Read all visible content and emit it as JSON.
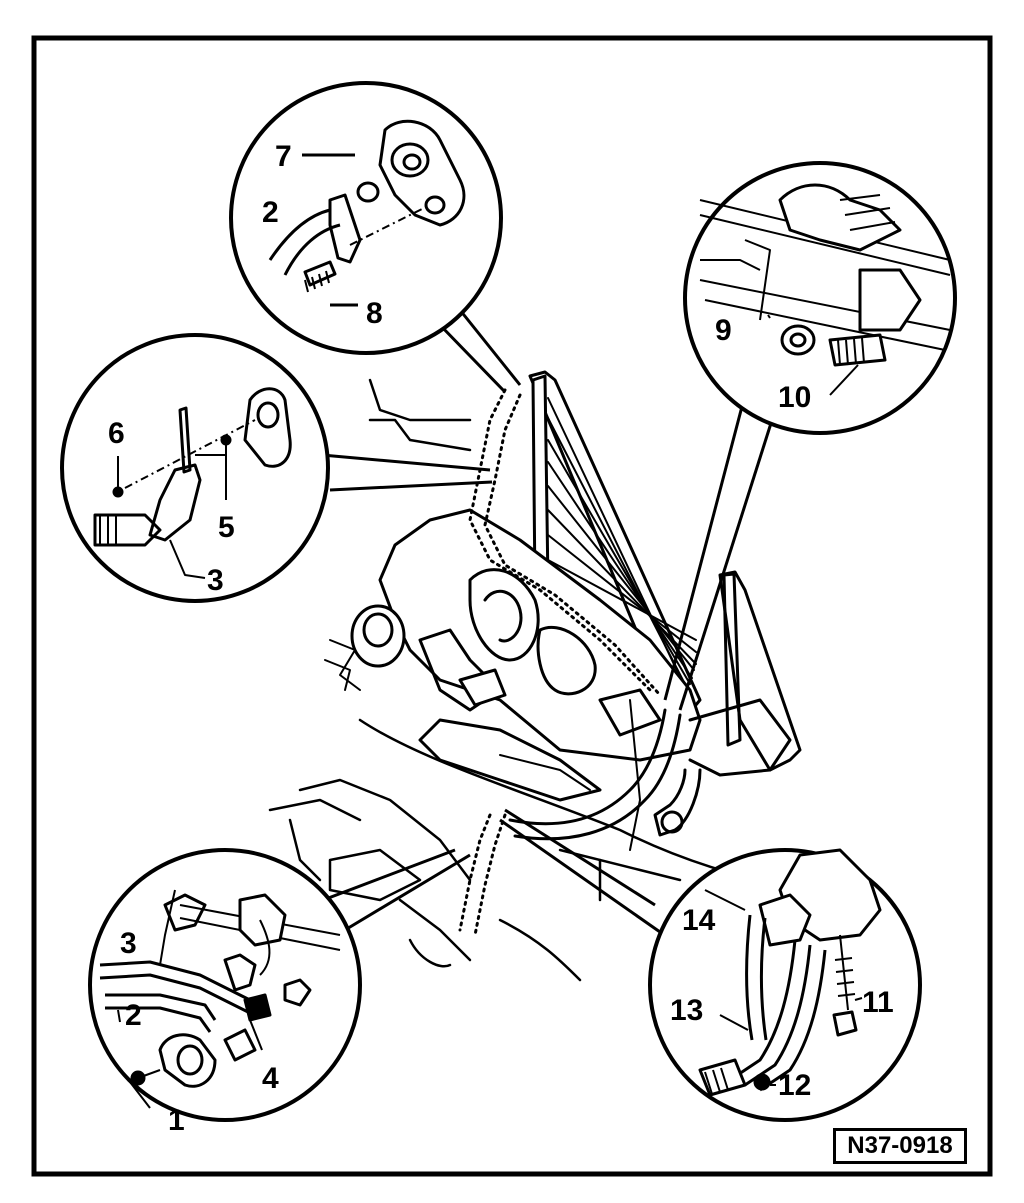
{
  "figure_code": "N37-0918",
  "callouts": [
    "1",
    "2",
    "3",
    "4",
    "5",
    "6",
    "7",
    "8",
    "9",
    "10",
    "11",
    "12",
    "13",
    "14"
  ],
  "detail_views": {
    "top": {
      "labels": [
        "7",
        "2",
        "8"
      ]
    },
    "left": {
      "labels": [
        "6",
        "5",
        "3"
      ]
    },
    "right_upper": {
      "labels": [
        "9",
        "10"
      ]
    },
    "lower_left": {
      "labels": [
        "3",
        "2",
        "1",
        "4"
      ]
    },
    "lower_right": {
      "labels": [
        "14",
        "13",
        "11",
        "12"
      ]
    }
  }
}
